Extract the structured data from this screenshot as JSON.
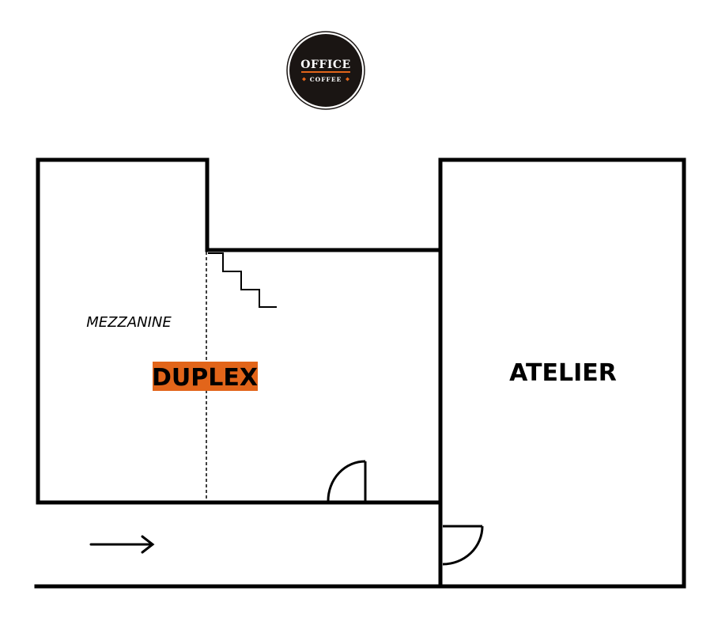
{
  "logo": {
    "line1": "OFFICE",
    "line2": "COFFEE"
  },
  "rooms": {
    "mezzanine": "MEZZANINE",
    "duplex": "DUPLEX",
    "atelier": "ATELIER"
  },
  "colors": {
    "accent": "#e2651a",
    "wall": "#000000",
    "logo_bg": "#1a1513",
    "background": "#ffffff"
  },
  "icons": {
    "logo": "office-coffee-logo",
    "stairs": "stairs-icon",
    "entry": "arrow-right-icon"
  }
}
